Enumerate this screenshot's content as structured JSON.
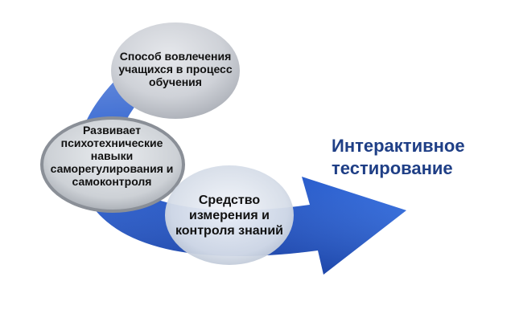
{
  "title": "Интерактивное\nтестирование",
  "nodes": {
    "top": "Способ вовлечения учащихся в процесс обучения",
    "left": "Развивает психотехнические навыки саморегулирования и самоконтроля",
    "bottom": "Средство измерения и контроля знаний"
  },
  "colors": {
    "arrow_dark": "#1a46b8",
    "arrow_light": "#4a88ee",
    "title": "#1f3f86",
    "circle_gray": "#c9ccd2"
  }
}
